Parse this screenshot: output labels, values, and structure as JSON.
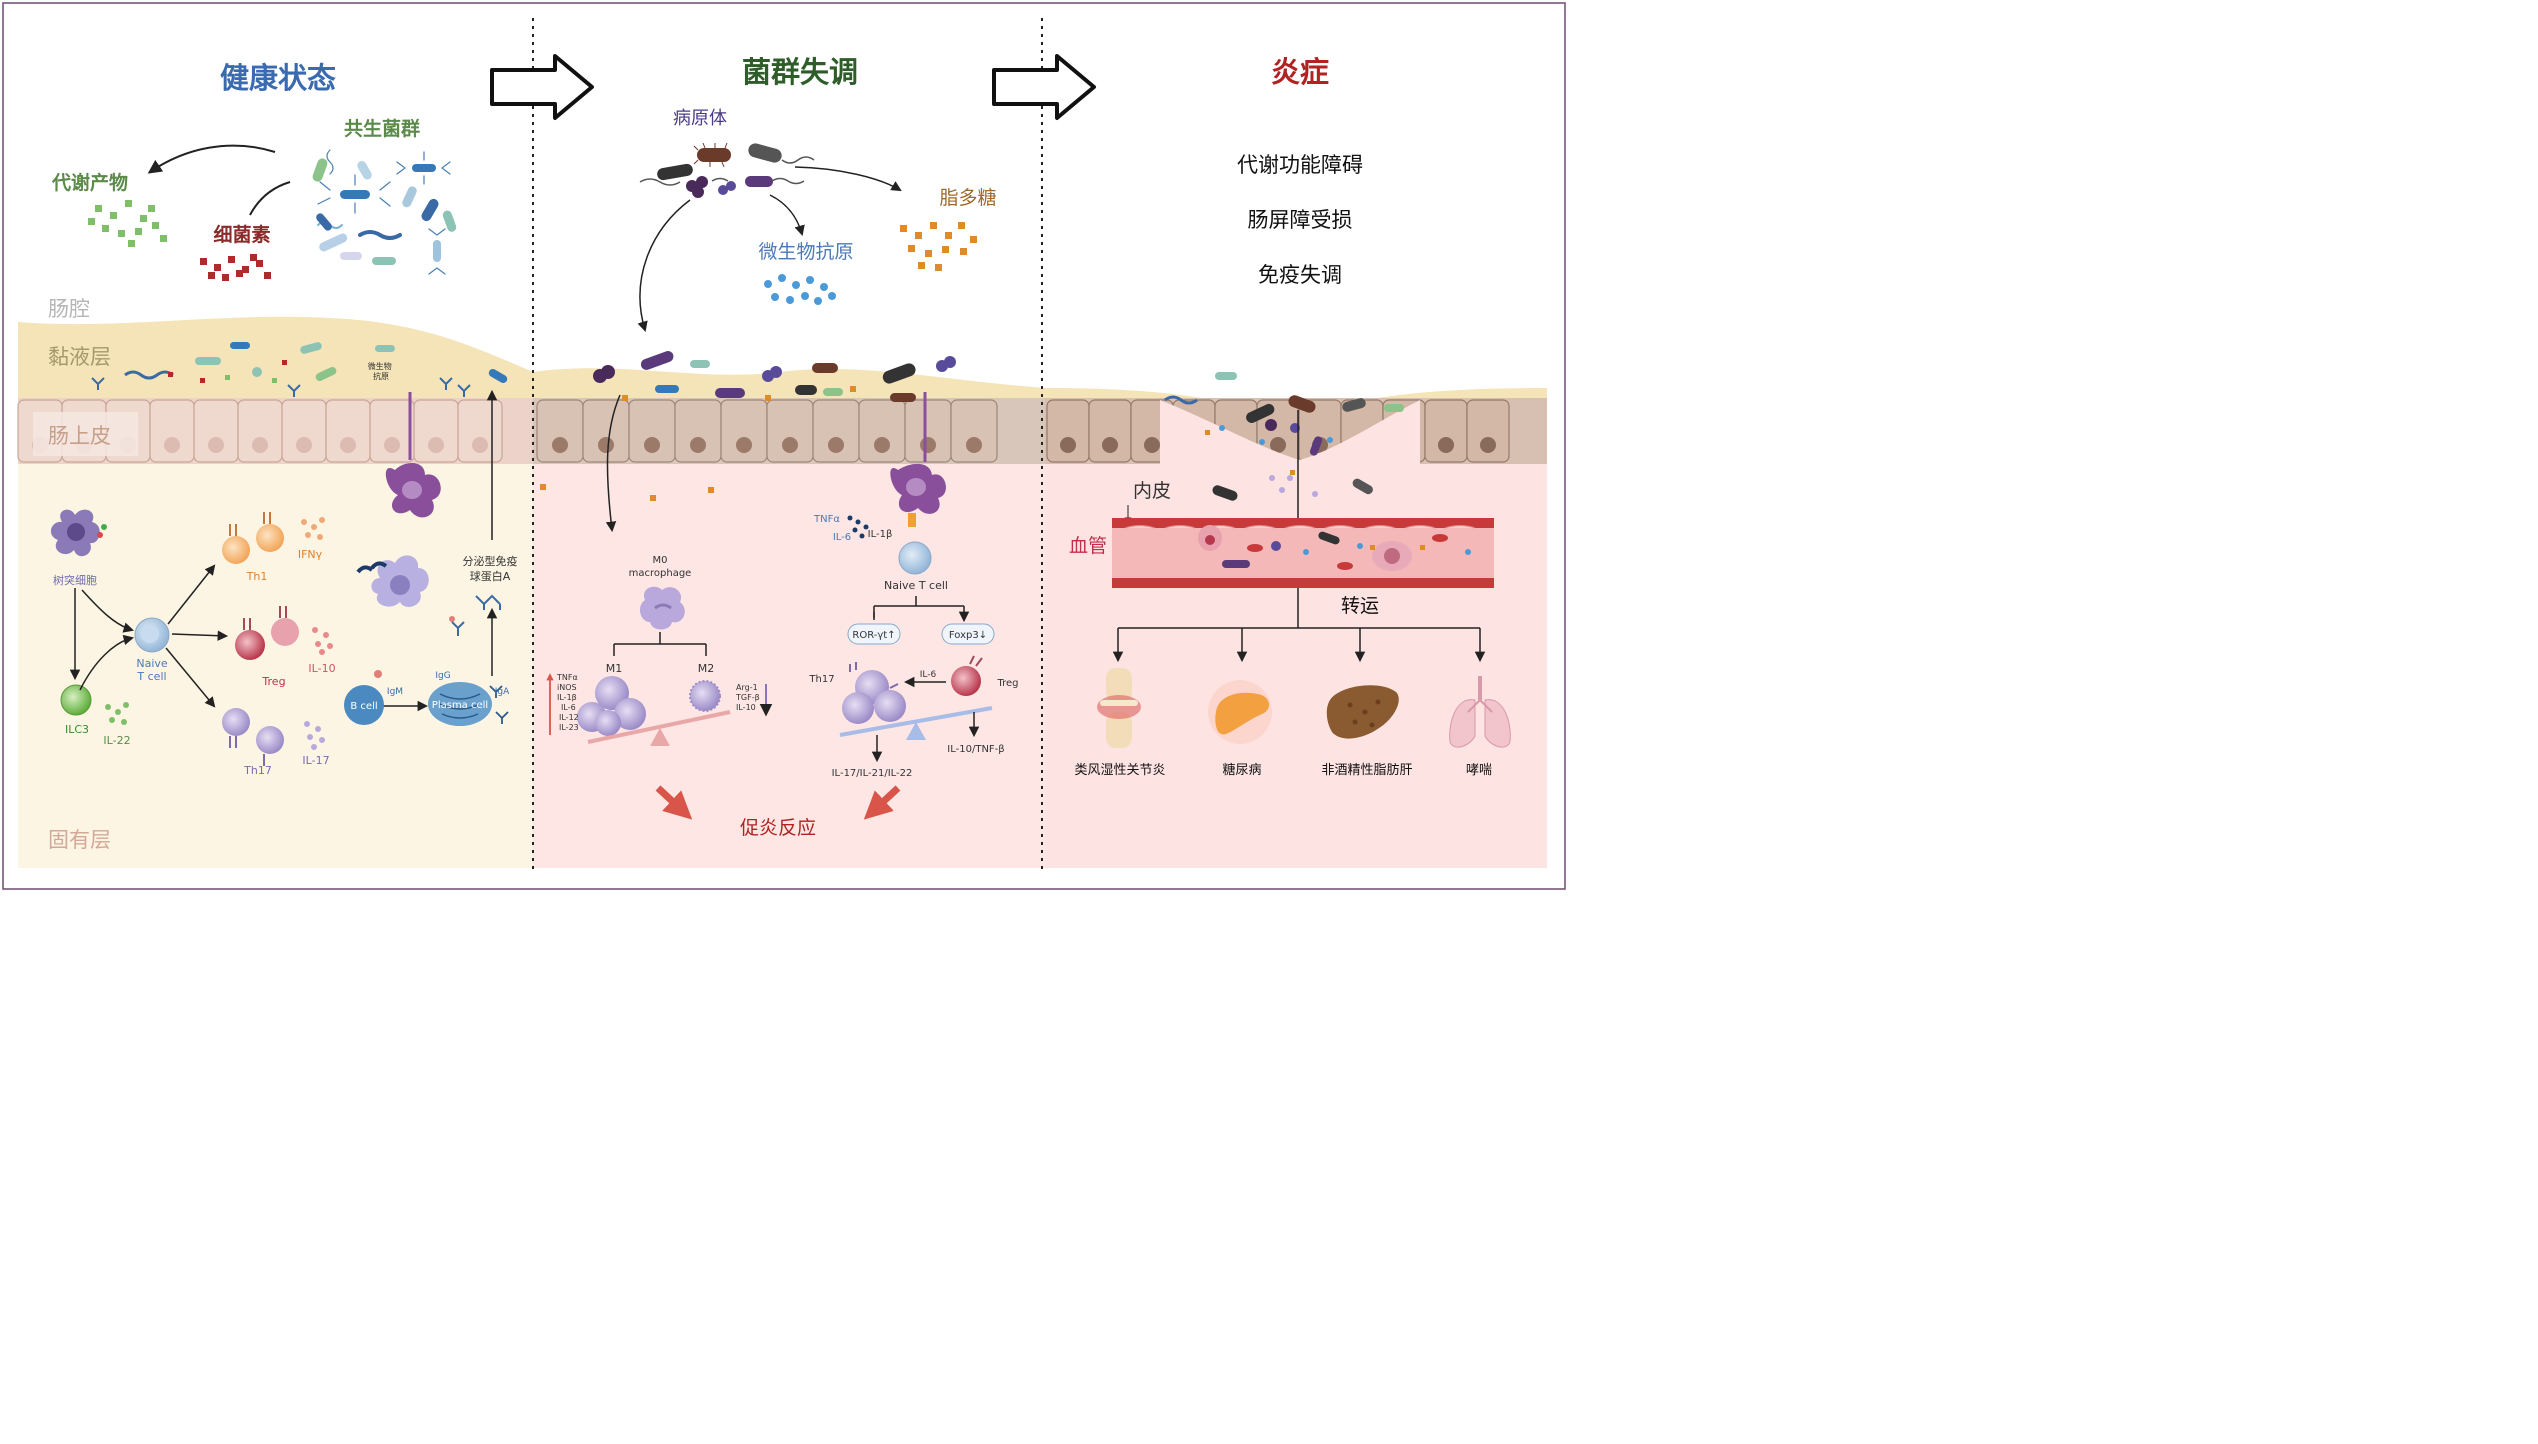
{
  "panels": {
    "healthy": {
      "title": "健康状态",
      "commensal": "共生菌群",
      "metabolites": "代谢产物",
      "bacteriocin": "细菌素",
      "lumen": "肠腔",
      "mucus": "黏液层",
      "epithelium": "肠上皮",
      "lamina": "固有层",
      "microbial_antigen": "微生物\n抗原",
      "dendritic": "树突细胞",
      "naive": "Naive\nT cell",
      "ilc3": "ILC3",
      "il22": "IL-22",
      "th1": "Th1",
      "ifng": "IFNγ",
      "treg": "Treg",
      "il10": "IL-10",
      "th17": "Th17",
      "il17": "IL-17",
      "bcell": "B cell",
      "igm": "IgM",
      "plasma": "Plasma cell",
      "igg": "IgG",
      "iga": "IgA",
      "siga": "分泌型免疫\n球蛋白A"
    },
    "dysbiosis": {
      "title": "菌群失调",
      "pathogen": "病原体",
      "lps": "脂多糖",
      "antigen": "微生物抗原",
      "m0": "M0\nmacrophage",
      "m1": "M1",
      "m2": "M2",
      "m1_cytokines": "TNFα\niNOS\nIL-1β\nIL-6\nIL-12\nIL-23",
      "m2_cytokines": "Arg-1\nTGF-β\nIL-10",
      "tnfa": "TNFα",
      "il6a": "IL-6",
      "il1b": "IL-1β",
      "naive": "Naive T cell",
      "rorgt": "ROR-γt↑",
      "foxp3": "Foxp3↓",
      "th17": "Th17",
      "il6b": "IL-6",
      "treg": "Treg",
      "out_th17": "IL-17/IL-21/IL-22",
      "out_treg": "IL-10/TNF-β",
      "proinflammatory": "促炎反应"
    },
    "inflammation": {
      "title": "炎症",
      "items": [
        "代谢功能障碍",
        "肠屏障受损",
        "免疫失调"
      ],
      "endothelium": "内皮",
      "vessel": "血管",
      "transport": "转运",
      "diseases": [
        "类风湿性关节炎",
        "糖尿病",
        "非酒精性脂肪肝",
        "哮喘"
      ]
    }
  },
  "colors": {
    "healthy_title": "#3a6ab0",
    "dysbiosis_title": "#2f5d2a",
    "inflammation_title": "#b22222",
    "green_label": "#5b8a4a",
    "dark_red_label": "#8b2a2a",
    "orange_label": "#a0682a",
    "blue_label": "#4b79b8",
    "tissue_label": "#c8a08a",
    "mucus": "#f4e4b8",
    "lamina_healthy": "#fdf5e4",
    "lamina_inflamed": "#fde4e2"
  }
}
